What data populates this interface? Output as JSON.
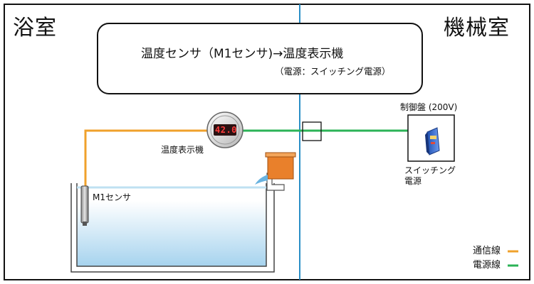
{
  "rooms": {
    "left": "浴室",
    "right": "機械室"
  },
  "title_box": {
    "title": "温度センサ（M1センサ)→温度表示機",
    "subtitle": "（電源：スイッチング電源）"
  },
  "devices": {
    "display_reading": "42.0",
    "display_label": "温度表示機",
    "sensor_label": "M1センサ",
    "panel_label": "制御盤 (200V)",
    "psu_label_line1": "スイッチング",
    "psu_label_line2": "電源"
  },
  "legend": {
    "signal_label": "通信線",
    "power_label": "電源線"
  },
  "colors": {
    "signal_line": "#f0a12b",
    "power_line": "#2bb356",
    "room_divider": "#2a8fc6",
    "display_digits": "#e0262b",
    "water_top": "#ffffff",
    "water_bottom": "#a6d3ee",
    "inlet_box": "#e9802b",
    "psu_body": "#3b6fd0"
  }
}
